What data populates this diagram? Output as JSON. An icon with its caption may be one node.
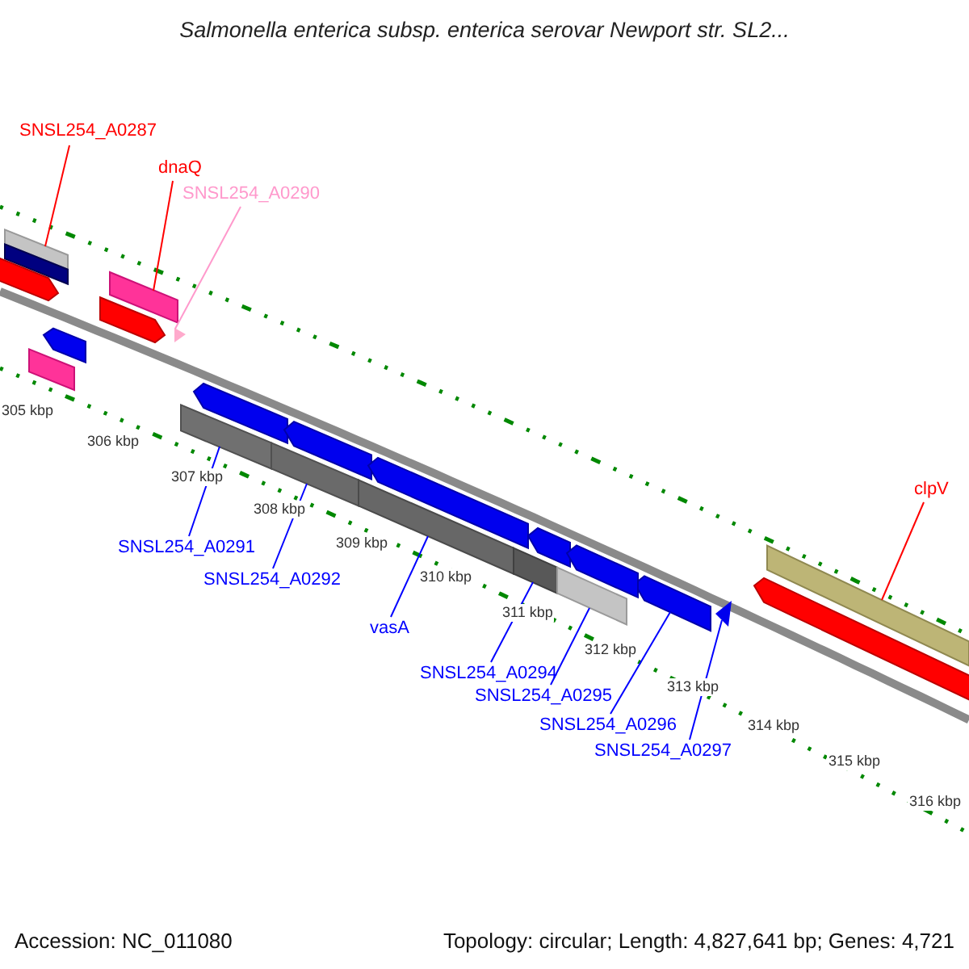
{
  "diagram": {
    "title": "Salmonella enterica subsp. enterica serovar Newport str. SL2...",
    "nodes": [
      {
        "text": [
          "SNSL254_A0287"
        ]
      },
      {
        "text": [
          "dnaQ"
        ]
      },
      {
        "text": [
          "SNSL254_A0290"
        ]
      },
      {
        "text": [
          "clpV"
        ]
      },
      {
        "text": [
          "SNSL254_A0291"
        ]
      },
      {
        "text": [
          "SNSL254_A0292"
        ]
      },
      {
        "text": [
          "vasA"
        ]
      },
      {
        "text": [
          "SNSL254_A0294"
        ]
      },
      {
        "text": [
          "SNSL254_A0295"
        ]
      },
      {
        "text": [
          "SNSL254_A0296"
        ]
      },
      {
        "text": [
          "SNSL254_A0297"
        ]
      },
      {
        "text": [],
        "shape": "bar"
      },
      {
        "text": [],
        "shape": "bar"
      },
      {
        "text": [],
        "shape": "triangle"
      },
      {
        "text": [],
        "shape": "bar"
      },
      {
        "text": [],
        "shape": "bar"
      },
      {
        "text": [],
        "shape": "bar"
      },
      {
        "text": [],
        "shape": "bar"
      },
      {
        "text": [],
        "shape": "bar"
      },
      {
        "text": [],
        "shape": "bar"
      },
      {
        "text": [],
        "shape": "arrow"
      },
      {
        "text": [],
        "shape": "triangle"
      },
      {
        "text": [],
        "shape": "arrow"
      },
      {
        "text": [],
        "shape": "arrow"
      },
      {
        "text": [],
        "shape": "arrow"
      },
      {
        "text": [],
        "shape": "bar"
      },
      {
        "text": [],
        "shape": "arrow"
      },
      {
        "text": [],
        "shape": "arrow"
      },
      {
        "text": [],
        "shape": "arrow"
      },
      {
        "text": [],
        "shape": "arrow"
      },
      {
        "text": [],
        "shape": "arrow"
      },
      {
        "text": [],
        "shape": "arrow"
      }
    ],
    "edges": [
      {
        "from": 0,
        "to": 11,
        "arrow": "none",
        "color": "#ff0000"
      },
      {
        "from": 1,
        "to": 12,
        "arrow": "none",
        "color": "#ff0000"
      },
      {
        "from": 2,
        "to": 13,
        "arrow": "none",
        "color": "#ff99cc"
      },
      {
        "from": 3,
        "to": 14,
        "arrow": "none",
        "color": "#ff0000"
      },
      {
        "from": 4,
        "to": 15,
        "arrow": "none"
      },
      {
        "from": 5,
        "to": 16,
        "arrow": "none"
      },
      {
        "from": 6,
        "to": 17,
        "arrow": "none"
      },
      {
        "from": 7,
        "to": 18,
        "arrow": "none"
      },
      {
        "from": 8,
        "to": 19,
        "arrow": "none"
      },
      {
        "from": 9,
        "to": 20,
        "arrow": "none"
      },
      {
        "from": 10,
        "to": 21,
        "arrow": "none"
      }
    ],
    "labels": [
      "305 kbp",
      "306 kbp",
      "307 kbp",
      "308 kbp",
      "309 kbp",
      "310 kbp",
      "311 kbp",
      "312 kbp",
      "313 kbp",
      "314 kbp",
      "315 kbp",
      "316 kbp",
      "Accession: NC_011080",
      "Topology: circular; Length: 4,827,641 bp; Genes: 4,721"
    ]
  }
}
